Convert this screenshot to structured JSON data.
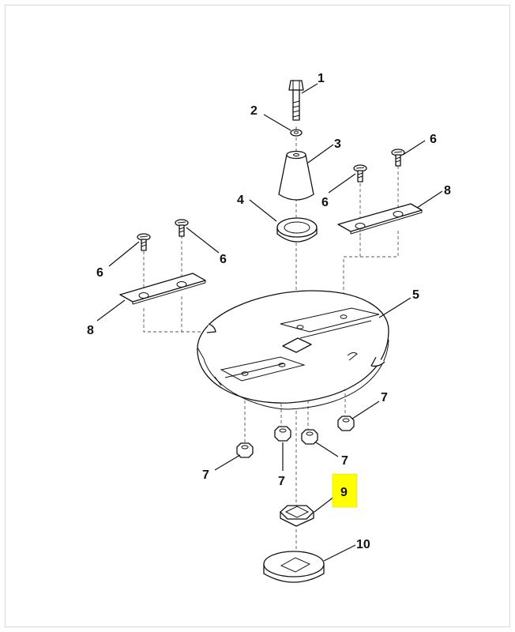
{
  "diagram": {
    "callouts": [
      {
        "id": "c1",
        "label": "1"
      },
      {
        "id": "c2",
        "label": "2"
      },
      {
        "id": "c3",
        "label": "3"
      },
      {
        "id": "c4",
        "label": "4"
      },
      {
        "id": "c5",
        "label": "5"
      },
      {
        "id": "c6a",
        "label": "6"
      },
      {
        "id": "c6b",
        "label": "6"
      },
      {
        "id": "c6c",
        "label": "6"
      },
      {
        "id": "c6d",
        "label": "6"
      },
      {
        "id": "c7a",
        "label": "7"
      },
      {
        "id": "c7b",
        "label": "7"
      },
      {
        "id": "c7c",
        "label": "7"
      },
      {
        "id": "c7d",
        "label": "7"
      },
      {
        "id": "c8a",
        "label": "8"
      },
      {
        "id": "c8b",
        "label": "8"
      },
      {
        "id": "c9",
        "label": "9"
      },
      {
        "id": "c10",
        "label": "10"
      }
    ],
    "highlight_color": "#ffff00",
    "line_color": "#111111",
    "highlighted_part": "9"
  }
}
